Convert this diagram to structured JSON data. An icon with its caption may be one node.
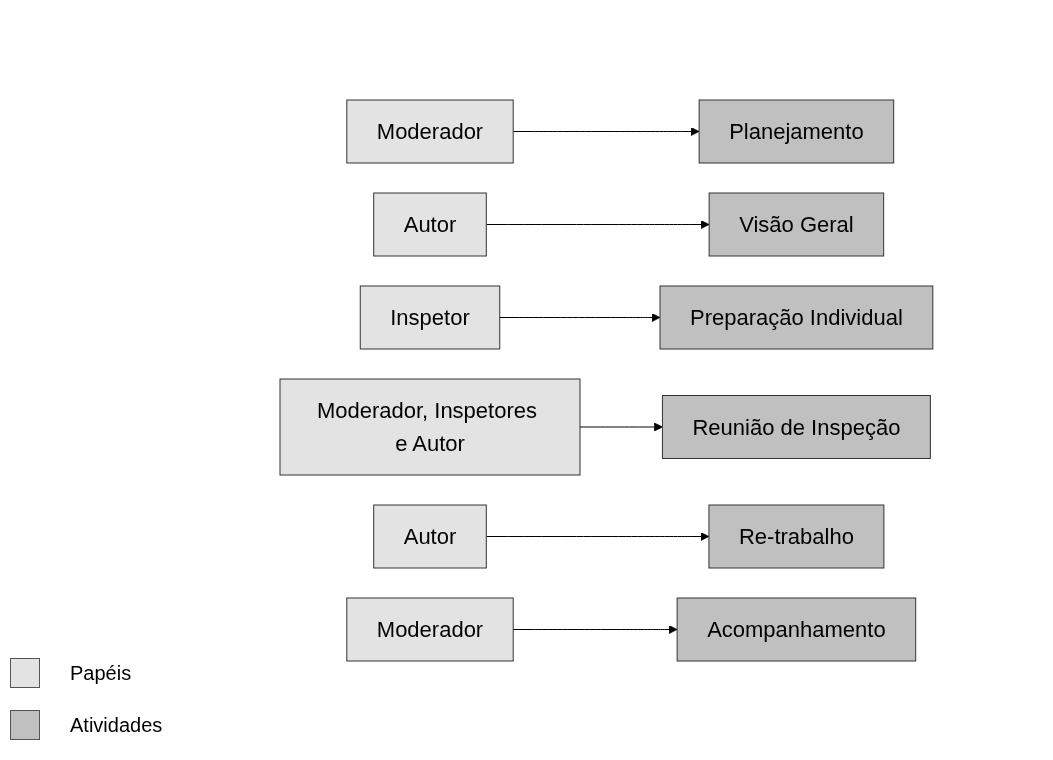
{
  "diagram": {
    "nodes": [
      {
        "text": [
          "Moderador"
        ]
      },
      {
        "text": [
          "Planejamento"
        ]
      },
      {
        "text": [
          "Autor"
        ]
      },
      {
        "text": [
          "Visão Geral"
        ]
      },
      {
        "text": [
          "Inspetor"
        ]
      },
      {
        "text": [
          "Preparação Individual"
        ]
      },
      {
        "text": [
          "Moderador, Inspetores e Autor"
        ]
      },
      {
        "text": [
          "Reunião de Inspeção"
        ]
      },
      {
        "text": [
          "Autor"
        ]
      },
      {
        "text": [
          "Re-trabalho"
        ]
      },
      {
        "text": [
          "Moderador"
        ]
      },
      {
        "text": [
          "Acompanhamento"
        ]
      }
    ],
    "edges": [
      {
        "from": 0,
        "to": 1,
        "arrow": "to"
      },
      {
        "from": 2,
        "to": 3,
        "arrow": "to"
      },
      {
        "from": 4,
        "to": 5,
        "arrow": "to"
      },
      {
        "from": 6,
        "to": 7,
        "arrow": "to"
      },
      {
        "from": 8,
        "to": 9,
        "arrow": "to"
      },
      {
        "from": 10,
        "to": 11,
        "arrow": "to"
      }
    ],
    "legend": [
      {
        "text": "Papéis",
        "color": "#e3e3e3"
      },
      {
        "text": "Atividades",
        "color": "#c0c0c0"
      }
    ]
  }
}
